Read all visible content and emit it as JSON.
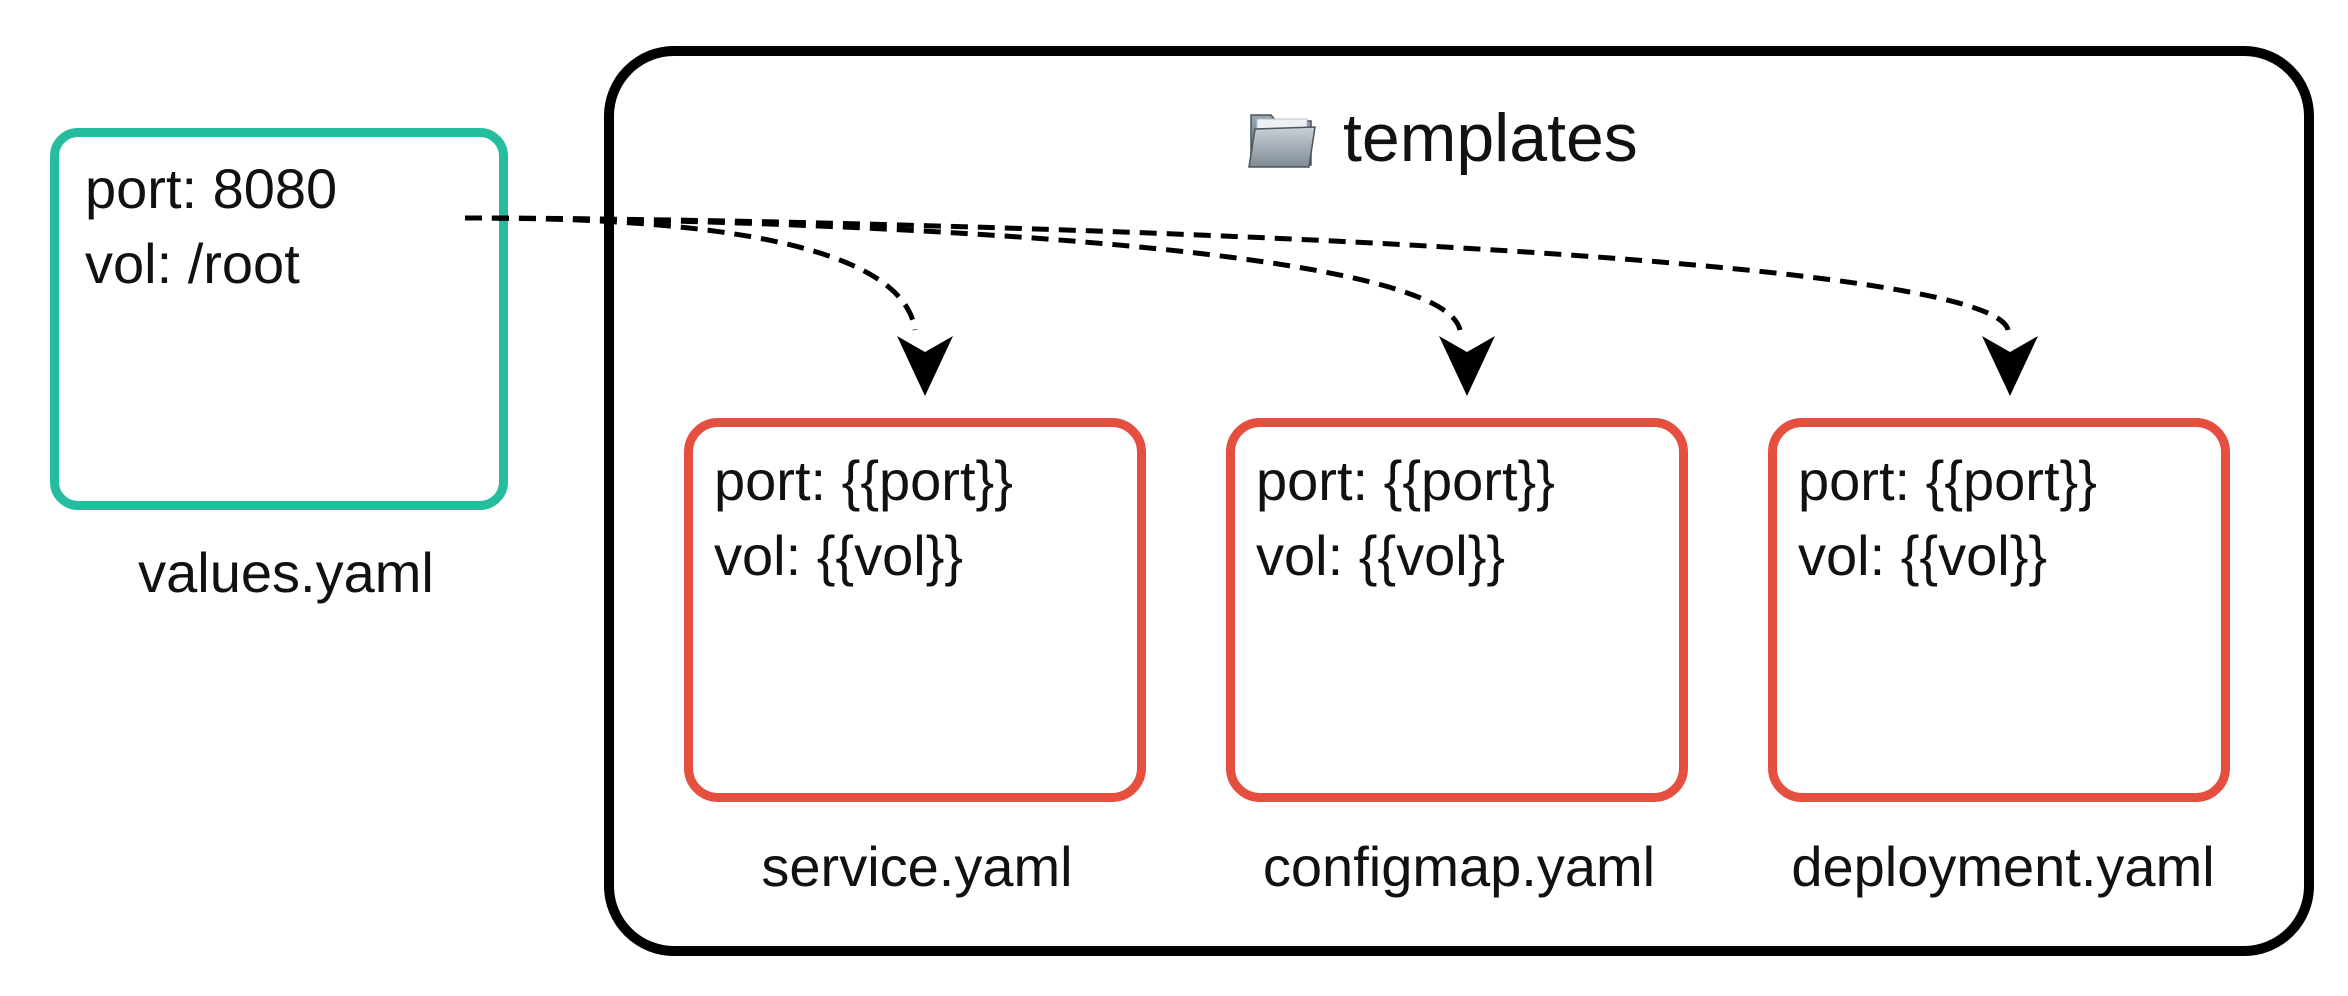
{
  "values_file": {
    "lines": [
      "port: 8080",
      "vol: /root"
    ],
    "name": "values.yaml"
  },
  "templates_folder": {
    "title": "templates",
    "icon": "folder-icon",
    "files": [
      {
        "name": "service.yaml",
        "lines": [
          "port: {{port}}",
          "vol: {{vol}}"
        ]
      },
      {
        "name": "configmap.yaml",
        "lines": [
          "port: {{port}}",
          "vol: {{vol}}"
        ]
      },
      {
        "name": "deployment.yaml",
        "lines": [
          "port: {{port}}",
          "vol: {{vol}}"
        ]
      }
    ]
  },
  "colors": {
    "values_border": "#26bd9f",
    "template_border": "#e54f40",
    "folder_border": "#000000"
  }
}
